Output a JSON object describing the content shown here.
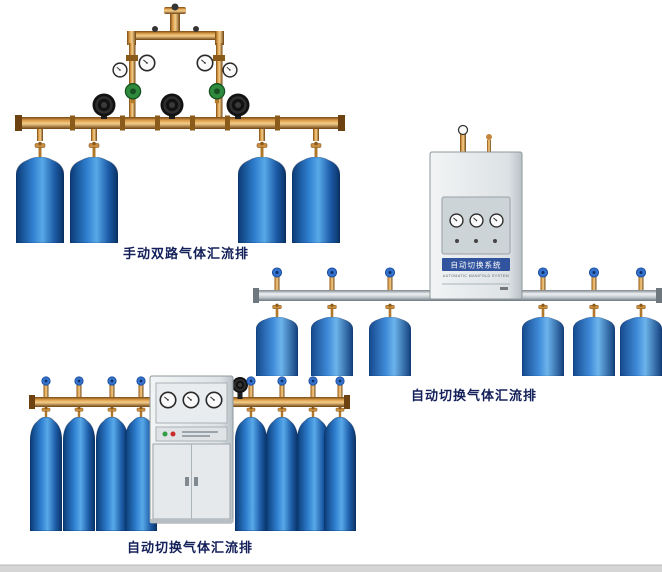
{
  "captions": {
    "manual_dual": "手动双路气体汇流排",
    "auto_switch_right": "自动切换气体汇流排",
    "auto_switch_bottom": "自动切换气体汇流排"
  },
  "cabinet": {
    "label": "自动切换系统",
    "sublabel": "AUTOMATIC MANIFOLD SYSTEM"
  },
  "colors": {
    "caption_text": "#14205a",
    "cylinder_blue": "#2f7fd0",
    "brass": "#d99a3f",
    "silver_pipe": "#c3cad0",
    "cabinet_gray": "#e3e7e9",
    "cabinet_label_strip": "#32549e"
  }
}
